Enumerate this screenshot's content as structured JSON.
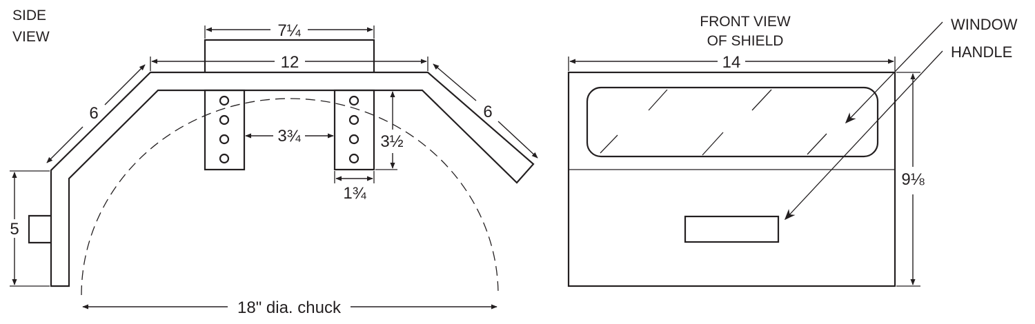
{
  "side_view": {
    "title_line1": "SIDE",
    "title_line2": "VIEW",
    "dim_top": "7¼",
    "dim_overall": "12",
    "dim_left_slope": "6",
    "dim_right_slope": "6",
    "dim_left_height": "5",
    "dim_between_brackets": "3¾",
    "dim_bracket_height": "3½",
    "dim_bracket_width": "1¾",
    "dim_chuck": "18\" dia. chuck"
  },
  "front_view": {
    "title_line1": "FRONT VIEW",
    "title_line2": "OF SHIELD",
    "dim_width": "14",
    "dim_height": "9⅛",
    "callout_window": "WINDOW",
    "callout_handle": "HANDLE"
  },
  "colors": {
    "ink": "#231f20",
    "background": "#ffffff"
  }
}
